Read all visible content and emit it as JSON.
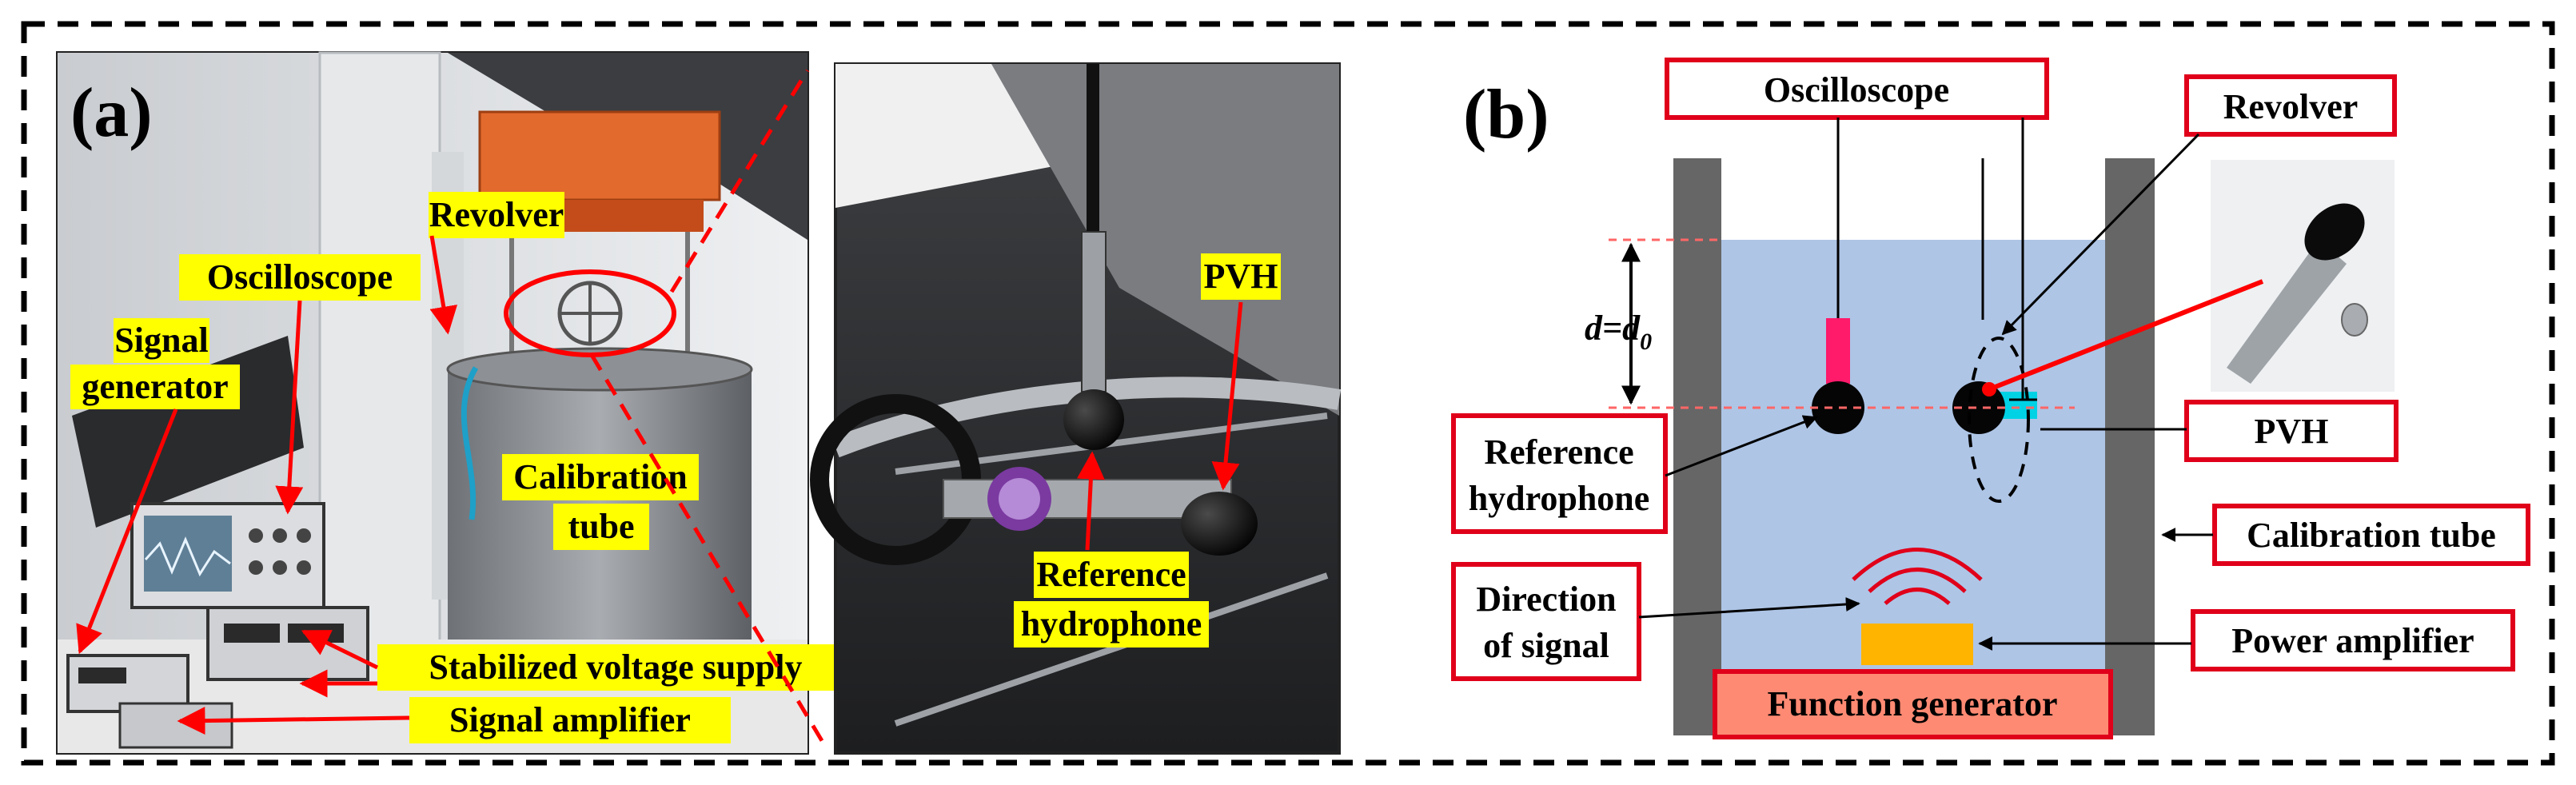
{
  "panel_a": {
    "label": "(a)",
    "labels": {
      "revolver": "Revolver",
      "oscilloscope": "Oscilloscope",
      "signal_generator_l1": "Signal",
      "signal_generator_l2": "generator",
      "calibration_tube_l1": "Calibration",
      "calibration_tube_l2": "tube",
      "stabilized_voltage_supply": "Stabilized voltage supply",
      "signal_amplifier": "Signal amplifier"
    },
    "zoom_labels": {
      "pvh": "PVH",
      "reference_hydrophone_l1": "Reference",
      "reference_hydrophone_l2": "hydrophone"
    },
    "scope_screen_color": "#5f7f96",
    "label_bg_color": "#ffff00",
    "arrow_color": "#ff0000"
  },
  "panel_b": {
    "label": "(b)",
    "boxes": {
      "oscilloscope": "Oscilloscope",
      "revolver": "Revolver",
      "reference_hydrophone_l1": "Reference",
      "reference_hydrophone_l2": "hydrophone",
      "pvh": "PVH",
      "calibration_tube": "Calibration tube",
      "direction_of_signal_l1": "Direction",
      "direction_of_signal_l2": "of signal",
      "power_amplifier": "Power amplifier",
      "function_generator": "Function generator"
    },
    "distance_label": "d=d",
    "distance_subscript": "0",
    "colors": {
      "water": "#aec5e6",
      "tube_wall": "#666666",
      "box_border": "#e0001a",
      "reference_rod": "#ff1a6a",
      "pvh_body": "#00d2e6",
      "transducer": "#ffb400",
      "function_generator_fill": "#ff8a73"
    }
  }
}
